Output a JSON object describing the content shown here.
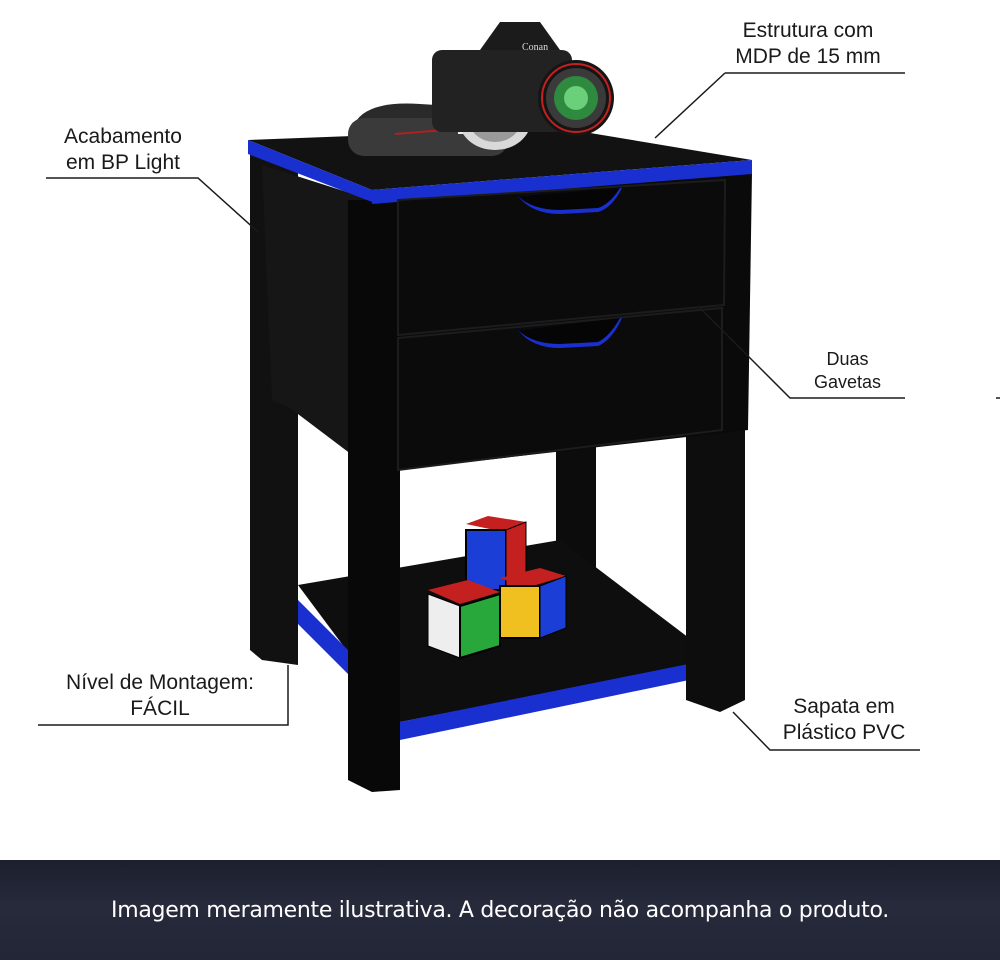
{
  "callouts": {
    "estrutura": "Estrutura com\nMDP de 15 mm",
    "acabamento": "Acabamento\nem BP Light",
    "gavetas": "Duas\nGavetas",
    "montagem": "Nível de Montagem:\nFÁCIL",
    "sapata": "Sapata em\nPlástico PVC"
  },
  "camera_brand": "Conan",
  "footer": {
    "disclaimer": "Imagem meramente ilustrativa. A decoração não acompanha o produto."
  },
  "colors": {
    "furniture": "#0b0b0b",
    "edge_band": "#1a2fd0",
    "footer_bg": "#1e2131"
  }
}
